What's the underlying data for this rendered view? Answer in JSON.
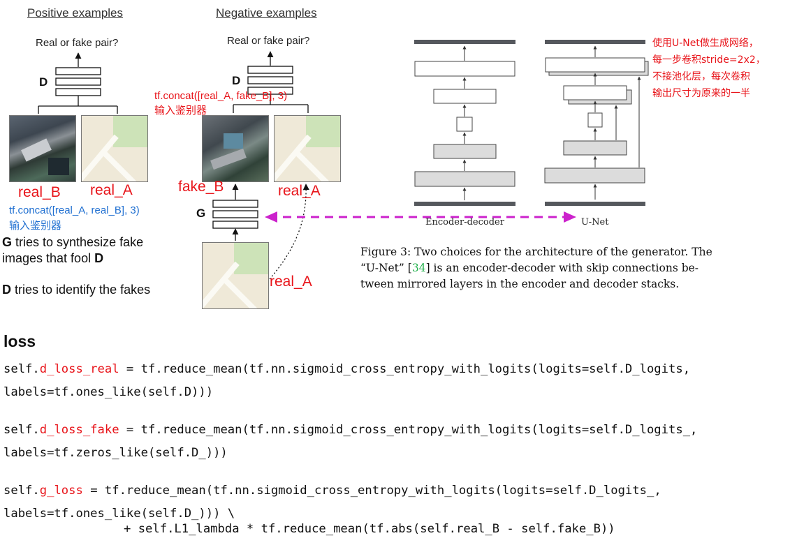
{
  "positive": {
    "header": "Positive examples",
    "question": "Real or fake pair?",
    "d_label": "D",
    "label_left": "real_B",
    "label_right": "real_A",
    "concat_line1": "tf.concat([real_A, real_B], 3)",
    "concat_line2": "输入鉴别器",
    "g_desc_bold": "G",
    "g_desc_1": " tries to synthesize fake",
    "g_desc_2": "images that fool ",
    "g_desc_bold2": "D",
    "d_desc_bold": "D",
    "d_desc": " tries to identify the fakes"
  },
  "negative": {
    "header": "Negative examples",
    "question": "Real or fake pair?",
    "d_label": "D",
    "concat_line1": "tf.concat([real_A, fake_B], 3)",
    "concat_line2": "输入鉴别器",
    "label_left": "fake_B",
    "label_right": "real_A",
    "g_label": "G",
    "input_label": "real_A"
  },
  "architecture": {
    "ed_label": "Encoder-decoder",
    "unet_label": "U-Net",
    "note_line1": "使用U-Net做生成网络，",
    "note_line2": "每一步卷积stride=2x2，",
    "note_line3": "不接池化层，每次卷积",
    "note_line4": "输出尺寸为原来的一半",
    "caption_line1": "Figure 3:  Two choices for the architecture of the generator.  The",
    "caption_line2a": "“U-Net” [",
    "caption_ref": "34",
    "caption_line2b": "] is an encoder-decoder with skip connections be-",
    "caption_line3": "tween mirrored layers in the encoder and decoder stacks."
  },
  "loss": {
    "title": "loss",
    "l1_pre": "self.",
    "l1_hl": "d_loss_real",
    "l1_post": " = tf.reduce_mean(tf.nn.sigmoid_cross_entropy_with_logits(logits=self.D_logits,",
    "l2": "labels=tf.ones_like(self.D)))",
    "l3_pre": "self.",
    "l3_hl": "d_loss_fake",
    "l3_post": " = tf.reduce_mean(tf.nn.sigmoid_cross_entropy_with_logits(logits=self.D_logits_,",
    "l4": "labels=tf.zeros_like(self.D_)))",
    "l5_pre": "self.",
    "l5_hl": "g_loss",
    "l5_post": " = tf.reduce_mean(tf.nn.sigmoid_cross_entropy_with_logits(logits=self.D_logits_,",
    "l6": "labels=tf.ones_like(self.D_))) \\",
    "l7": "+ self.L1_lambda * tf.reduce_mean(tf.abs(self.real_B - self.fake_B))"
  },
  "colors": {
    "accent_red": "#e8141a",
    "accent_blue": "#1f6fd1",
    "arrow_magenta": "#cc22cc",
    "caption_ref_green": "#22b14c"
  }
}
